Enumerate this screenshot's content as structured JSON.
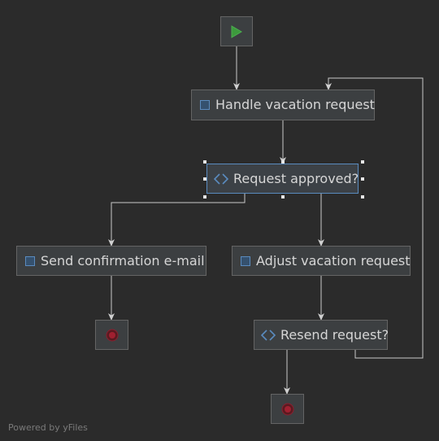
{
  "nodes": {
    "start": {
      "label": ""
    },
    "handle_request": {
      "label": "Handle vacation request"
    },
    "request_approved": {
      "label": "Request approved?"
    },
    "send_confirmation": {
      "label": "Send confirmation e-mail"
    },
    "adjust_request": {
      "label": "Adjust vacation request"
    },
    "resend_request": {
      "label": "Resend request?"
    },
    "end_1": {
      "label": ""
    },
    "end_2": {
      "label": ""
    }
  },
  "icons": {
    "start": "play-icon",
    "task": "task-square-icon",
    "gateway": "gateway-diamond-icon",
    "end": "stop-icon"
  },
  "colors": {
    "background": "#2b2b2b",
    "node_fill": "#3c3f41",
    "node_border": "#646464",
    "text": "#d6d6d6",
    "edge": "#c8c8c8",
    "accent_blue": "#5a8bbf",
    "start_green": "#4caf50",
    "end_red": "#a02030"
  },
  "watermark": "Powered by yFiles"
}
